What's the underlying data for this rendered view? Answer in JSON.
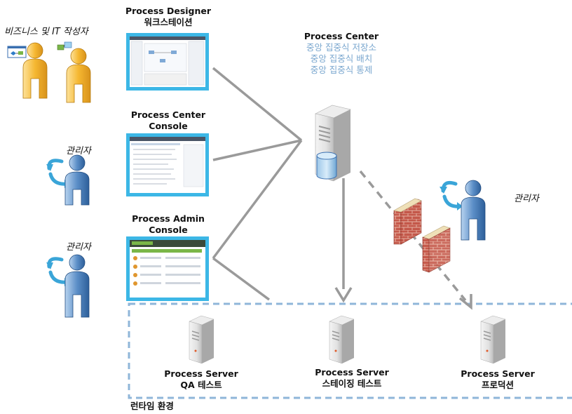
{
  "actors": {
    "business": "비즈니스 및 IT 작성자",
    "admin_top": "관리자",
    "admin_mid": "관리자",
    "admin_right": "관리자"
  },
  "tools": {
    "designer": {
      "line1": "Process Designer",
      "line2": "워크스테이션"
    },
    "center_console": {
      "line1": "Process Center",
      "line2": "Console"
    },
    "admin_console": {
      "line1": "Process Admin",
      "line2": "Console"
    }
  },
  "center": {
    "title": "Process Center",
    "features": [
      "중앙 집중식 저장소",
      "중앙 집중식 배치",
      "중앙 집중식 통제"
    ]
  },
  "servers": [
    {
      "line1": "Process Server",
      "line2": "QA 테스트"
    },
    {
      "line1": "Process Server",
      "line2": "스테이징 테스트"
    },
    {
      "line1": "Process Server",
      "line2": "프로덕션"
    }
  ],
  "runtime_label": "런타임 환경",
  "colors": {
    "person_yellow": "#f5b731",
    "person_blue": "#5b8ec7",
    "screen_border": "#3cb7e6",
    "arrow": "#9a9a9a",
    "dashed_border": "#8fb6d9",
    "firewall": "#c65a4c"
  }
}
